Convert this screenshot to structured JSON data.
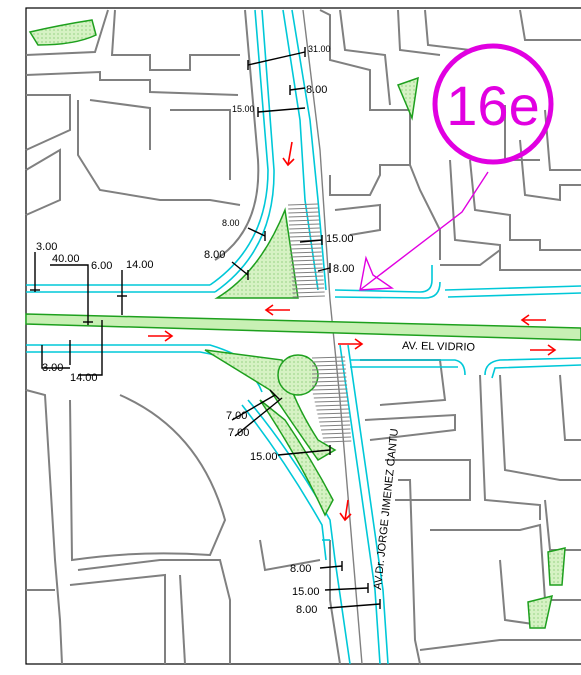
{
  "plan": {
    "sheet_id": "16e",
    "streets": {
      "horizontal": "AV. EL VIDRIO",
      "vertical": "AV.Dr. JORGE JIMENEZ CANTU"
    },
    "dimensions": {
      "d_top_31": "31.00",
      "d_top_8": "8.00",
      "d_top_15": "15.00",
      "d_ne_8a": "8.00",
      "d_ne_8b": "8.00",
      "d_ne_15": "15.00",
      "d_ne_8c": "8.00",
      "d_w_3a": "3.00",
      "d_w_40": "40.00",
      "d_w_6": "6.00",
      "d_w_14a": "14.00",
      "d_w_3b": "3.00",
      "d_w_14b": "14.00",
      "d_sw_7a": "7.00",
      "d_sw_7b": "7.00",
      "d_s_15": "15.00",
      "d_bot_8a": "8.00",
      "d_bot_15": "15.00",
      "d_bot_8b": "8.00"
    },
    "colors": {
      "building_line": "#808080",
      "curb_cyan": "#00c8d8",
      "median_green": "#1ea01e",
      "median_fill": "#c8f0b4",
      "arrow_red": "#ff0000",
      "callout_magenta": "#e100e1",
      "dimension_black": "#000000"
    }
  }
}
